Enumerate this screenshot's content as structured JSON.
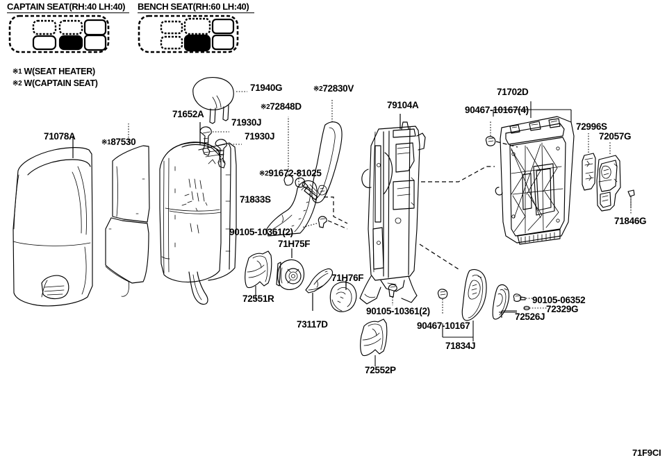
{
  "diagram": {
    "title": "Rear Seat Back Assembly Exploded Parts Diagram",
    "watermark": "71F9CI"
  },
  "seat_configs": [
    {
      "id": "captain",
      "heading": "CAPTAIN SEAT(RH:40 LH:40)"
    },
    {
      "id": "bench",
      "heading": "BENCH SEAT(RH:60 LH:40)"
    }
  ],
  "notes": [
    {
      "mark": "※1",
      "text": "W(SEAT HEATER)"
    },
    {
      "mark": "※2",
      "text": "W(CAPTAIN SEAT)"
    }
  ],
  "labels": {
    "l71078A": {
      "text": "71078A",
      "mark": ""
    },
    "l87530": {
      "text": "87530",
      "mark": "※1"
    },
    "l71652A": {
      "text": "71652A",
      "mark": ""
    },
    "l71940G": {
      "text": "71940G",
      "mark": ""
    },
    "l71930J_a": {
      "text": "71930J",
      "mark": ""
    },
    "l71930J_b": {
      "text": "71930J",
      "mark": ""
    },
    "l72848D": {
      "text": "72848D",
      "mark": "※2"
    },
    "l91672": {
      "text": "91672-81025",
      "mark": "※2"
    },
    "l72830V": {
      "text": "72830V",
      "mark": "※2"
    },
    "l79104A": {
      "text": "79104A",
      "mark": ""
    },
    "l71833S": {
      "text": "71833S",
      "mark": ""
    },
    "l90105_10361a": {
      "text": "90105-10361(2)",
      "mark": ""
    },
    "l71H75F": {
      "text": "71H75F",
      "mark": ""
    },
    "l72551R": {
      "text": "72551R",
      "mark": ""
    },
    "l73117D": {
      "text": "73117D",
      "mark": ""
    },
    "l71H76F": {
      "text": "71H76F",
      "mark": ""
    },
    "l90105_10361b": {
      "text": "90105-10361(2)",
      "mark": ""
    },
    "l72552P": {
      "text": "72552P",
      "mark": ""
    },
    "l90467_10167": {
      "text": "90467-10167",
      "mark": ""
    },
    "l71834J": {
      "text": "71834J",
      "mark": ""
    },
    "l72526J": {
      "text": "72526J",
      "mark": ""
    },
    "l90105_06352": {
      "text": "90105-06352",
      "mark": ""
    },
    "l72329G": {
      "text": "72329G",
      "mark": ""
    },
    "l71702D": {
      "text": "71702D",
      "mark": ""
    },
    "l90467_10167_4": {
      "text": "90467-10167(4)",
      "mark": ""
    },
    "l72996S": {
      "text": "72996S",
      "mark": ""
    },
    "l72057G": {
      "text": "72057G",
      "mark": ""
    },
    "l71846G": {
      "text": "71846G",
      "mark": ""
    }
  },
  "colors": {
    "line": "#000000",
    "background": "#ffffff",
    "highlight_fill": "#000000"
  }
}
